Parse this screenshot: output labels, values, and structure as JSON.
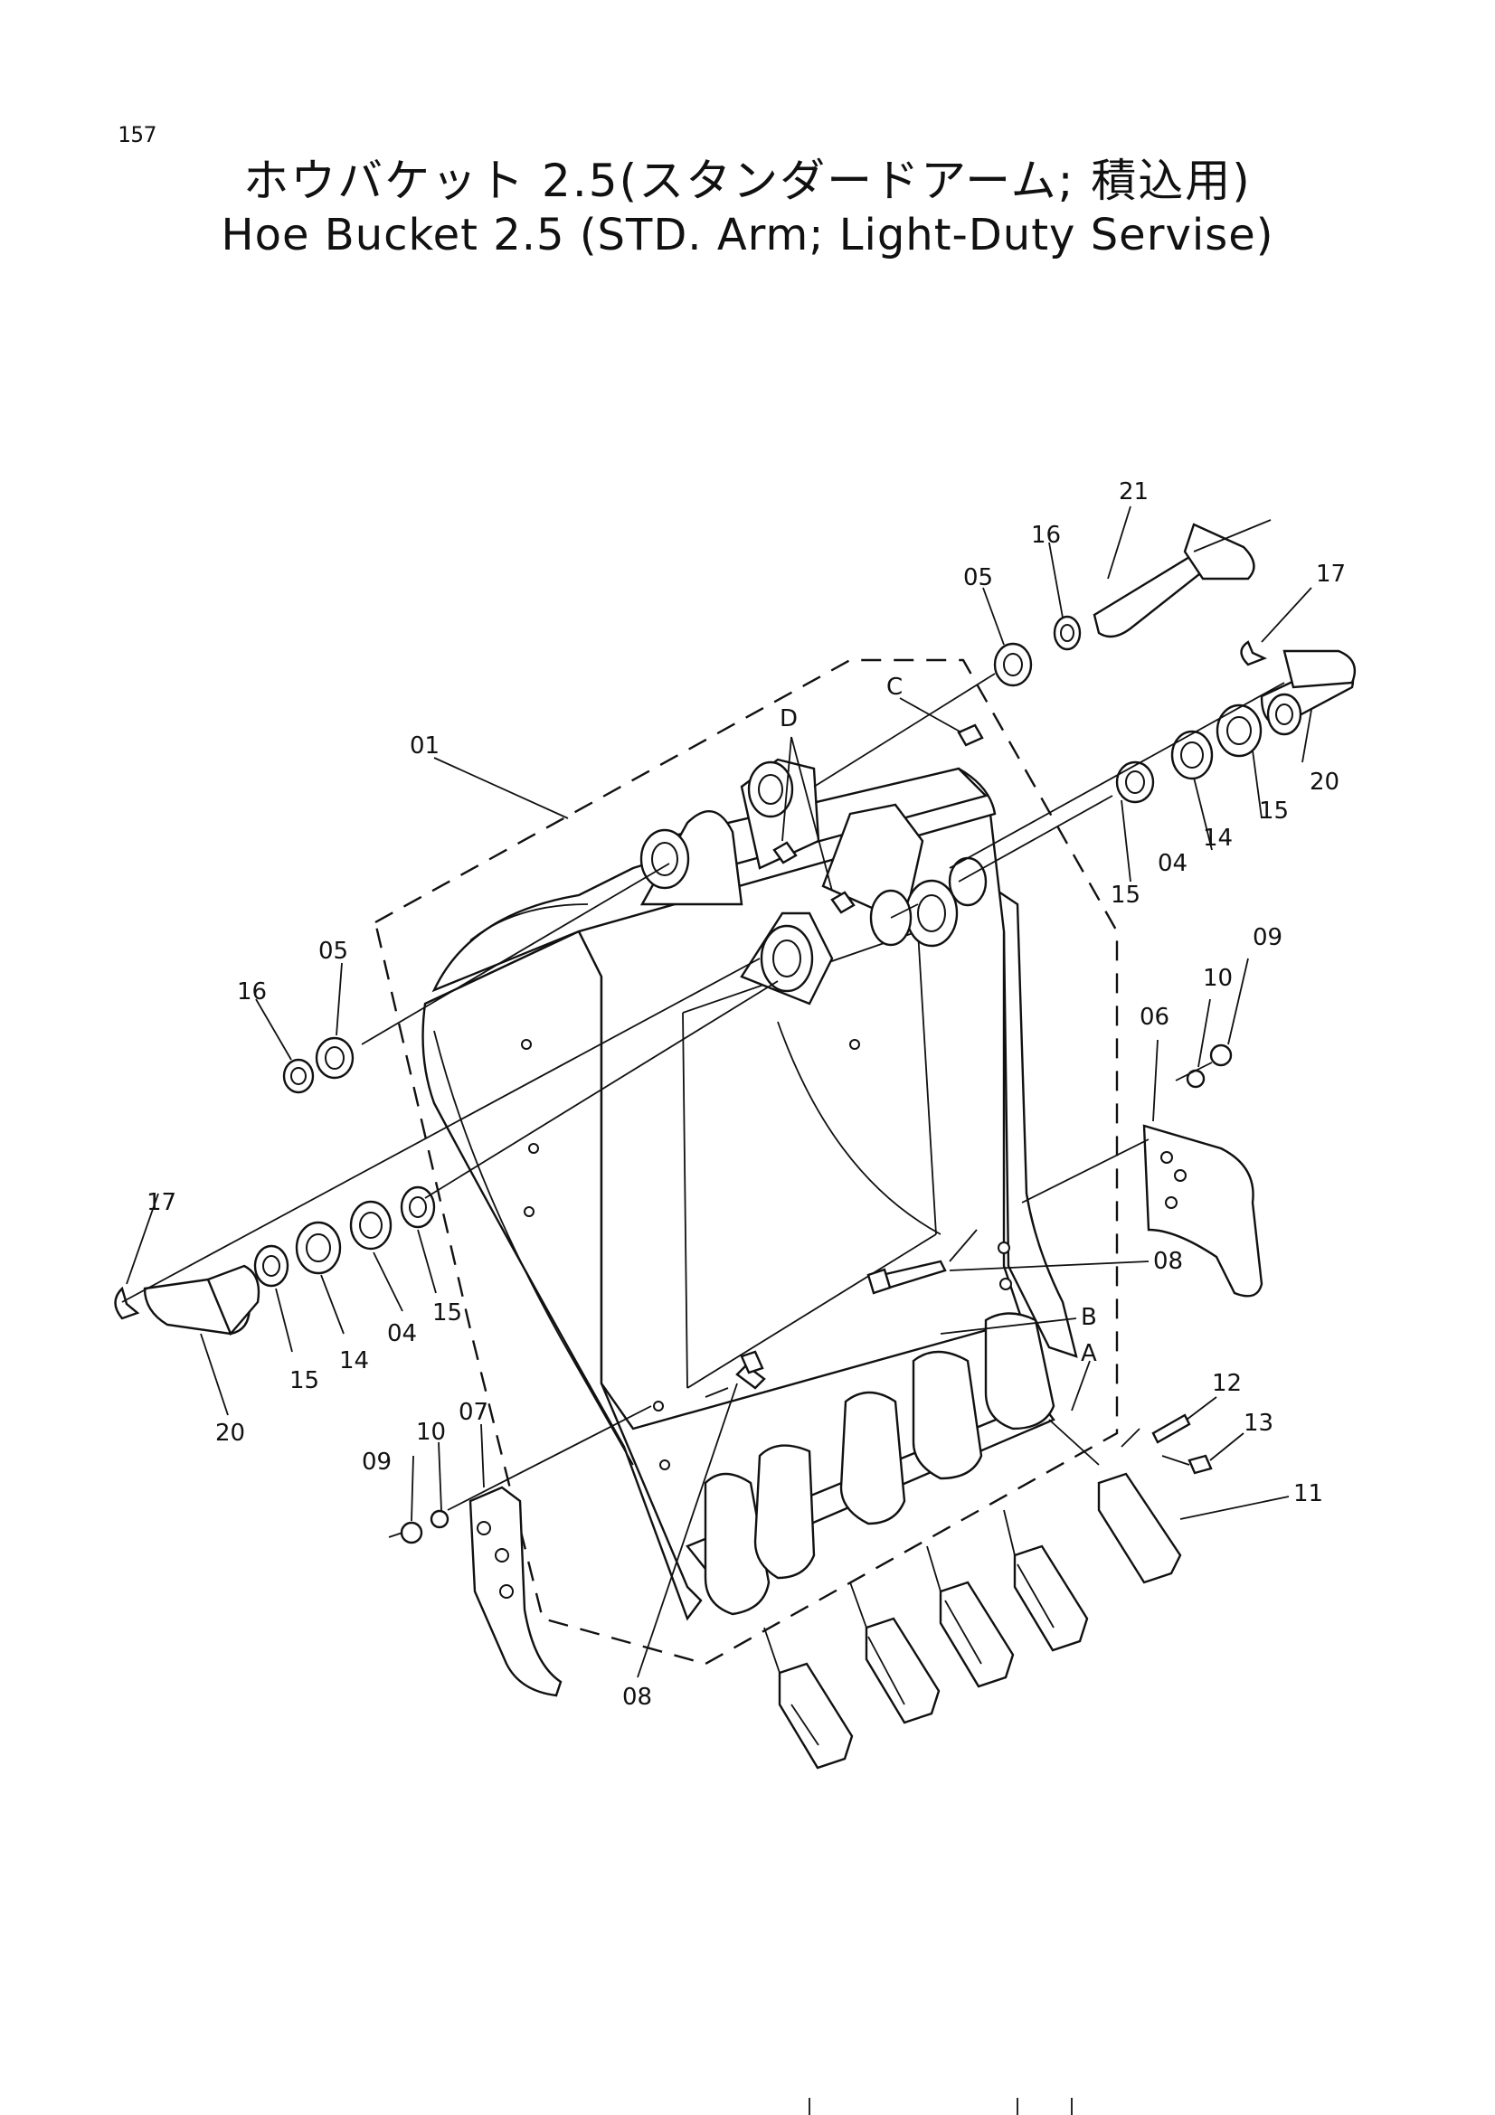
{
  "page_number": "157",
  "title_jp": "ホウバケット 2.5(スタンダードアーム; 積込用)",
  "title_en": "Hoe Bucket 2.5 (STD. Arm; Light-Duty Servise)",
  "callouts": {
    "c01": "01",
    "c04a": "04",
    "c04b": "04",
    "c05a": "05",
    "c05b": "05",
    "c06": "06",
    "c07": "07",
    "c08a": "08",
    "c08b": "08",
    "c09a": "09",
    "c09b": "09",
    "c10a": "10",
    "c10b": "10",
    "c11": "11",
    "c12": "12",
    "c13": "13",
    "c14a": "14",
    "c14b": "14",
    "c15a": "15",
    "c15b": "15",
    "c15c": "15",
    "c15d": "15",
    "c16a": "16",
    "c16b": "16",
    "c17a": "17",
    "c17b": "17",
    "c20a": "20",
    "c20b": "20",
    "c21": "21",
    "cA": "A",
    "cB": "B",
    "cC": "C",
    "cD": "D"
  }
}
